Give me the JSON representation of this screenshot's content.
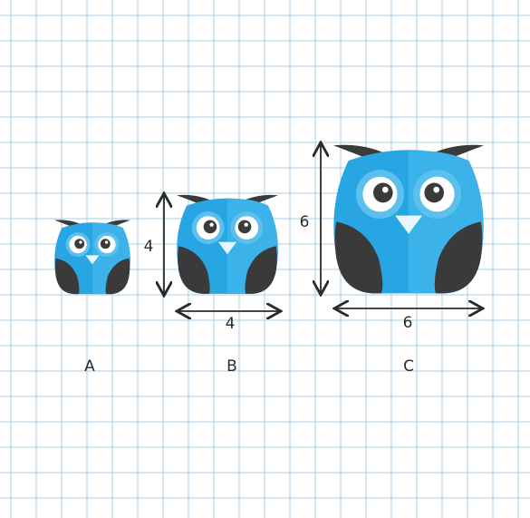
{
  "colors": {
    "background": "#ffffff",
    "grid": "#a9cde6",
    "owl_blue": "#27a6e3",
    "owl_blue_light": "#5cc0ee",
    "owl_dark": "#3b3a3a",
    "eye_white": "#ffffff",
    "pupil": "#3a3a3a",
    "beak": "#e9f6fc",
    "arrow": "#2b2b2b"
  },
  "owls": [
    {
      "id": "A",
      "label": "A",
      "height_label": "",
      "width_label": ""
    },
    {
      "id": "B",
      "label": "B",
      "height_label": "4",
      "width_label": "4"
    },
    {
      "id": "C",
      "label": "C",
      "height_label": "6",
      "width_label": "6"
    }
  ]
}
